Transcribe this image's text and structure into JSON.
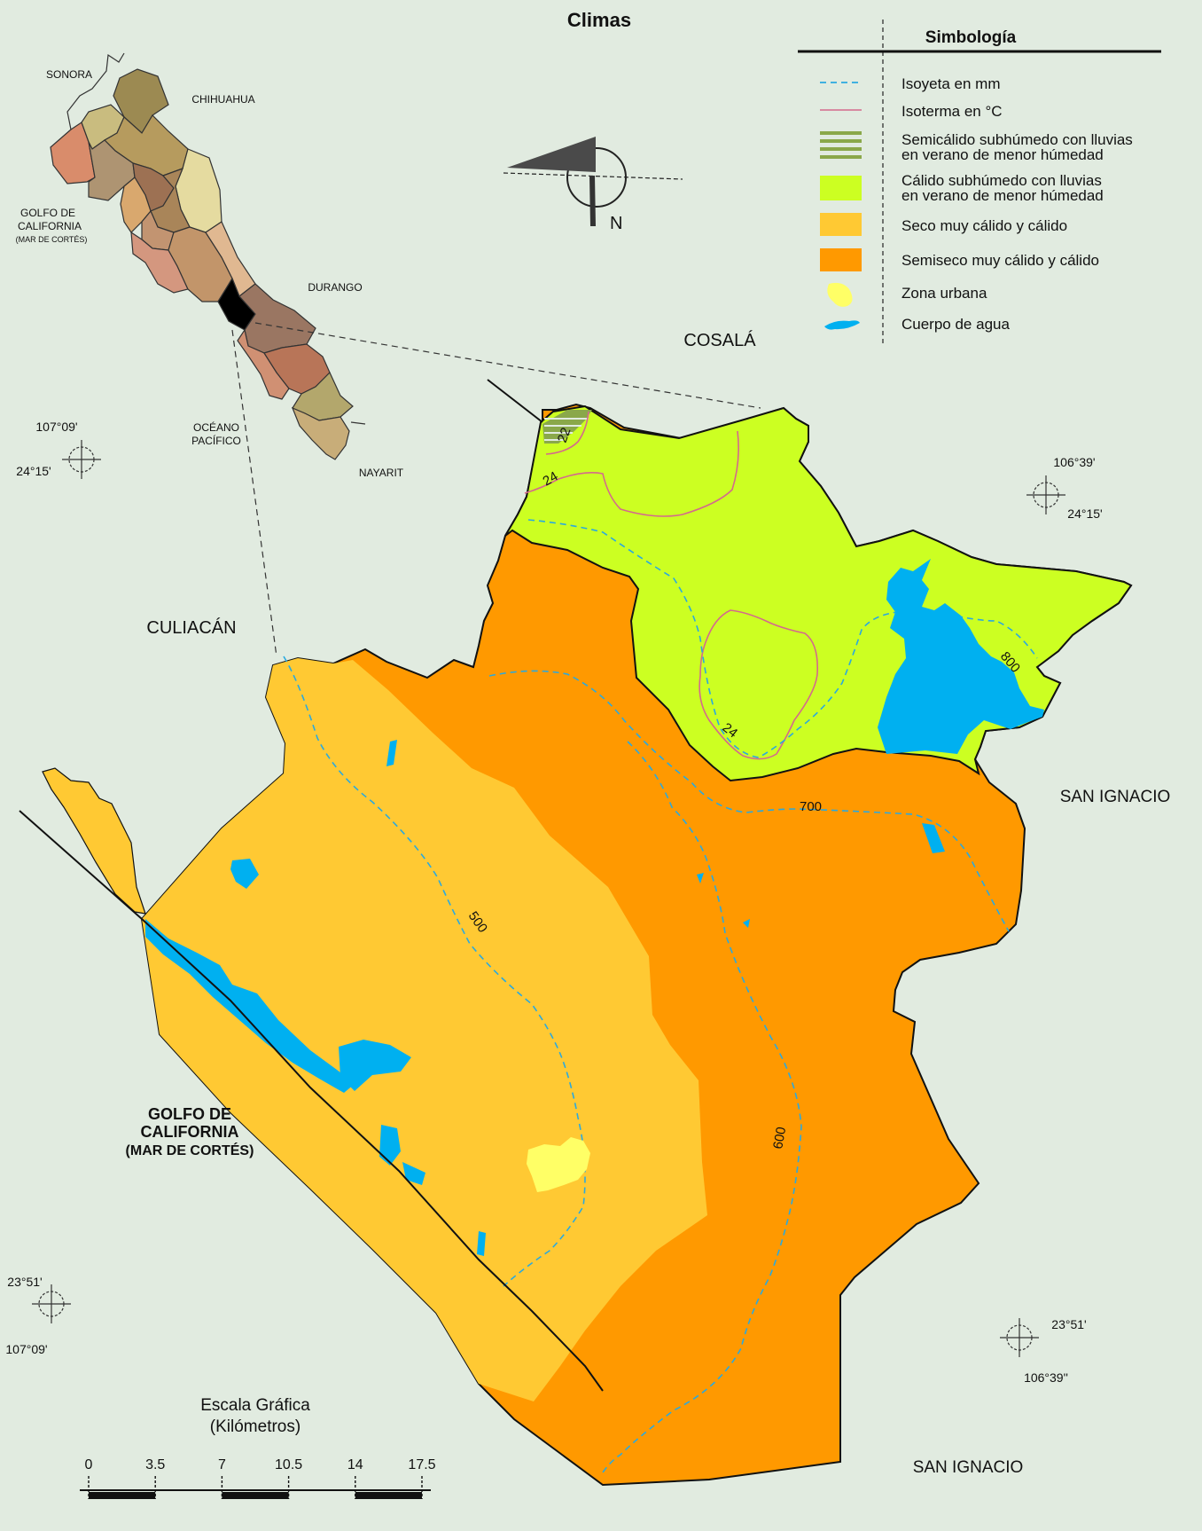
{
  "title": "Climas",
  "legend": {
    "title": "Simbología",
    "items": [
      {
        "label": "Isoyeta en mm",
        "kind": "line",
        "color": "#2aa9df"
      },
      {
        "label": "Isoterma en °C",
        "kind": "line",
        "color": "#d46a8c"
      },
      {
        "label": "Semicálido subhúmedo con lluvias",
        "label2": "en verano de menor húmedad",
        "kind": "hatch",
        "color": "#8aa84a"
      },
      {
        "label": "Cálido subhúmedo con lluvias",
        "label2": "en verano de menor húmedad",
        "kind": "fill",
        "color": "#ccff22"
      },
      {
        "label": "Seco muy cálido y cálido",
        "kind": "fill",
        "color": "#ffc933"
      },
      {
        "label": "Semiseco muy cálido y cálido",
        "kind": "fill",
        "color": "#ff9900"
      },
      {
        "label": "Zona urbana",
        "kind": "blob",
        "color": "#ffff66"
      },
      {
        "label": "Cuerpo de agua",
        "kind": "blob",
        "color": "#00b0f0"
      }
    ]
  },
  "north": "N",
  "inset_labels": {
    "sonora": "SONORA",
    "chihuahua": "CHIHUAHUA",
    "golfo_line1": "GOLFO DE",
    "golfo_line2": "CALIFORNIA",
    "golfo_line3": "(MAR DE CORTÉS)",
    "durango": "DURANGO",
    "oceano_line1": "OCÉANO",
    "oceano_line2": "PACÍFICO",
    "nayarit": "NAYARIT"
  },
  "neighbors": {
    "cosala": "COSALÁ",
    "culiacan": "CULIACÁN",
    "san_ignacio_east": "SAN IGNACIO",
    "san_ignacio_south": "SAN IGNACIO"
  },
  "gulf_label": {
    "line1": "GOLFO DE",
    "line2": "CALIFORNIA",
    "line3": "(MAR DE CORTÉS)"
  },
  "coordinates": {
    "nw_lon": "107°09'",
    "nw_lat": "24°15'",
    "ne_lon": "106°39'",
    "ne_lat": "24°15'",
    "sw_lat": "23°51'",
    "sw_lon": "107°09'",
    "se_lat": "23°51'",
    "se_lon": "106°39''"
  },
  "contour_labels": {
    "isotherm_22": "22",
    "isotherm_24a": "24",
    "isotherm_24b": "24",
    "isohyet_500": "500",
    "isohyet_600": "600",
    "isohyet_700": "700",
    "isohyet_800": "800"
  },
  "scale": {
    "title": "Escala Gráfica",
    "unit": "(Kilómetros)",
    "ticks": [
      "0",
      "3.5",
      "7",
      "10.5",
      "14",
      "17.5"
    ]
  },
  "colors": {
    "background": "#e1ebe0",
    "semiseco": "#ff9900",
    "seco": "#ffc933",
    "calido": "#ccff22",
    "water": "#00b0f0",
    "urban": "#ffff66",
    "isohyet": "#2aa9df",
    "isotherm": "#d46a8c"
  }
}
